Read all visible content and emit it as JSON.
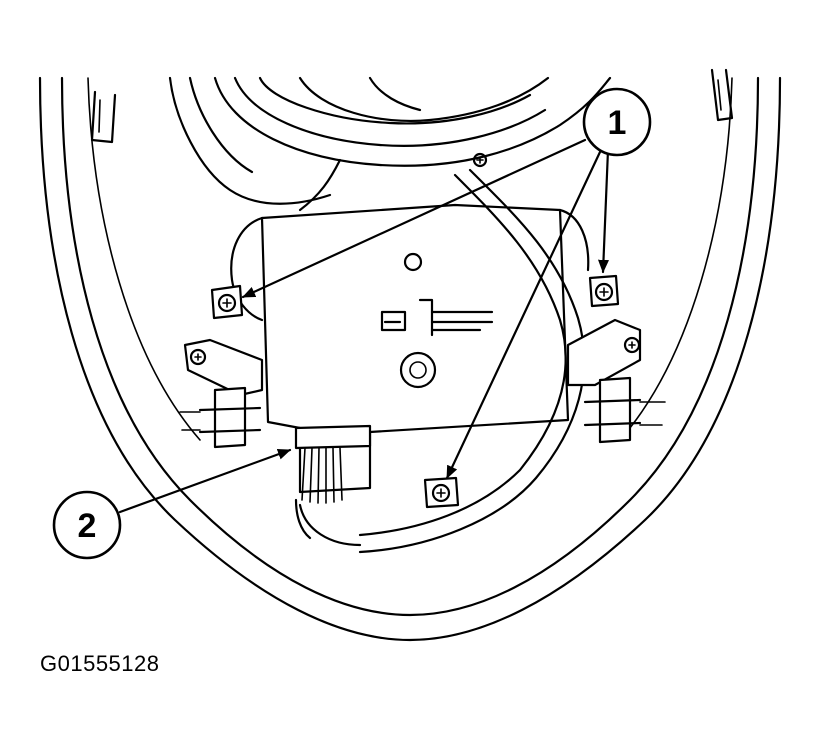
{
  "figure": {
    "code": "G01555128"
  },
  "callouts": [
    {
      "number": "1"
    },
    {
      "number": "2"
    }
  ]
}
